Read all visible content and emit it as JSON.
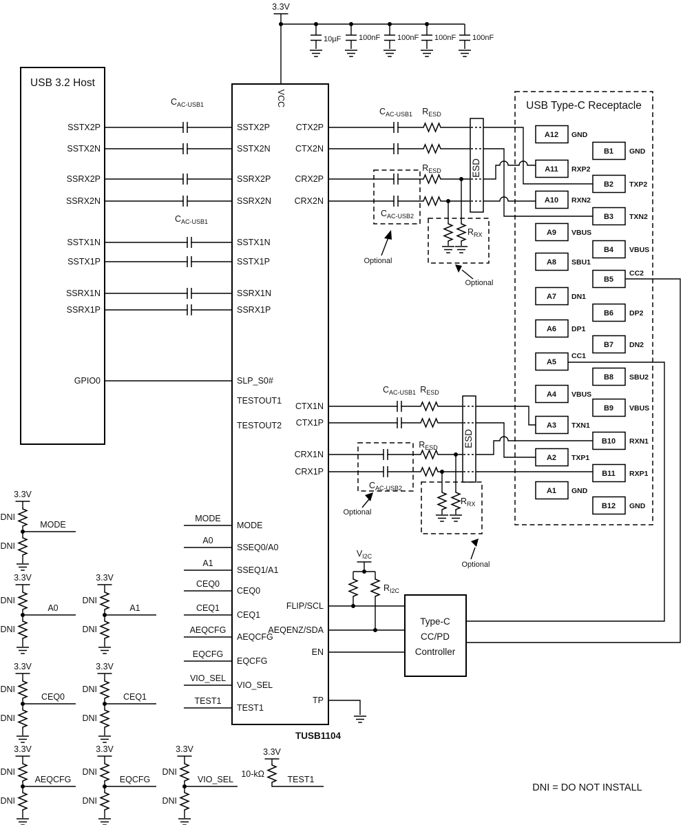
{
  "common": {
    "v33": "3.3V",
    "dni": "DNI",
    "optional": "Optional"
  },
  "power": {
    "caps": [
      "10µF",
      "100nF",
      "100nF",
      "100nF",
      "100nF"
    ]
  },
  "host": {
    "title": "USB 3.2 Host",
    "pins": [
      "SSTX2P",
      "SSTX2N",
      "SSRX2P",
      "SSRX2N",
      "SSTX1N",
      "SSTX1P",
      "SSRX1N",
      "SSRX1P",
      "GPIO0"
    ]
  },
  "chip": {
    "part": "TUSB1104",
    "vcc": "VCC",
    "left_pins": [
      "SSTX2P",
      "SSTX2N",
      "SSRX2P",
      "SSRX2N",
      "SSTX1N",
      "SSTX1P",
      "SSRX1N",
      "SSRX1P",
      "SLP_S0#",
      "TESTOUT1",
      "TESTOUT2",
      "MODE",
      "SSEQ0/A0",
      "SSEQ1/A1",
      "CEQ0",
      "CEQ1",
      "AEQCFG",
      "EQCFG",
      "VIO_SEL",
      "TEST1"
    ],
    "right_pins": [
      "CTX2P",
      "CTX2N",
      "CRX2P",
      "CRX2N",
      "CTX1N",
      "CTX1P",
      "CRX1N",
      "CRX1P",
      "FLIP/SCL",
      "AEQENZ/SDA",
      "EN",
      "TP"
    ]
  },
  "labels": {
    "cac_usb1": {
      "main": "C",
      "sub": "AC-USB1"
    },
    "cac_usb2": {
      "main": "C",
      "sub": "AC-USB2"
    },
    "resd": {
      "main": "R",
      "sub": "ESD"
    },
    "rrx": {
      "main": "R",
      "sub": "RX"
    },
    "vi2c": {
      "main": "V",
      "sub": "I2C"
    },
    "ri2c": {
      "main": "R",
      "sub": "I2C"
    },
    "esd": "ESD"
  },
  "receptacle": {
    "title": "USB Type-C Receptacle",
    "a_pins": [
      {
        "pin": "A12",
        "signal": "GND"
      },
      {
        "pin": "A11",
        "signal": "RXP2"
      },
      {
        "pin": "A10",
        "signal": "RXN2"
      },
      {
        "pin": "A9",
        "signal": "VBUS"
      },
      {
        "pin": "A8",
        "signal": "SBU1"
      },
      {
        "pin": "A7",
        "signal": "DN1"
      },
      {
        "pin": "A6",
        "signal": "DP1"
      },
      {
        "pin": "A5",
        "signal": "CC1"
      },
      {
        "pin": "A4",
        "signal": "VBUS"
      },
      {
        "pin": "A3",
        "signal": "TXN1"
      },
      {
        "pin": "A2",
        "signal": "TXP1"
      },
      {
        "pin": "A1",
        "signal": "GND"
      }
    ],
    "b_pins": [
      {
        "pin": "B1",
        "signal": "GND"
      },
      {
        "pin": "B2",
        "signal": "TXP2"
      },
      {
        "pin": "B3",
        "signal": "TXN2"
      },
      {
        "pin": "B4",
        "signal": "VBUS"
      },
      {
        "pin": "B5",
        "signal": "CC2"
      },
      {
        "pin": "B6",
        "signal": "DP2"
      },
      {
        "pin": "B7",
        "signal": "DN2"
      },
      {
        "pin": "B8",
        "signal": "SBU2"
      },
      {
        "pin": "B9",
        "signal": "VBUS"
      },
      {
        "pin": "B10",
        "signal": "RXN1"
      },
      {
        "pin": "B11",
        "signal": "RXP1"
      },
      {
        "pin": "B12",
        "signal": "GND"
      }
    ]
  },
  "controller": {
    "line1": "Type-C",
    "line2": "CC/PD",
    "line3": "Controller"
  },
  "config": {
    "stubs": [
      "MODE",
      "A0",
      "A1",
      "CEQ0",
      "CEQ1",
      "AEQCFG",
      "EQCFG",
      "VIO_SEL",
      "TEST1"
    ]
  },
  "test1_pullup": {
    "value": "10-kΩ"
  },
  "note": "DNI = DO NOT INSTALL"
}
